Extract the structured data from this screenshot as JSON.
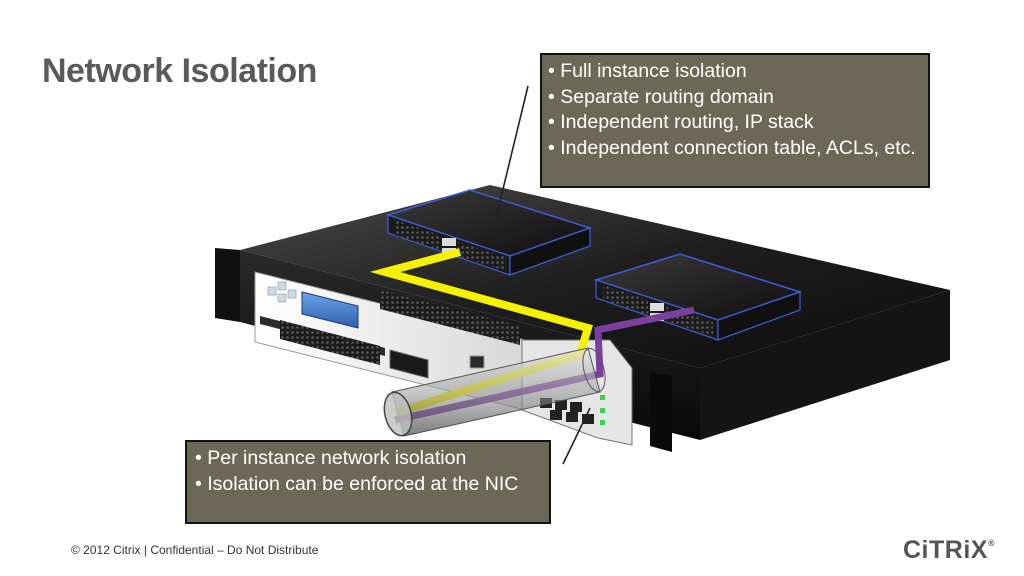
{
  "slide": {
    "title": "Network Isolation"
  },
  "callout_top": {
    "lines": [
      "• Full instance isolation",
      "• Separate routing domain",
      "• Independent routing, IP stack",
      "• Independent connection table, ACLs, etc."
    ]
  },
  "callout_bottom": {
    "lines": [
      "• Per instance network isolation",
      "• Isolation can be enforced at the NIC"
    ]
  },
  "footer": {
    "text": "© 2012 Citrix | Confidential – Do Not Distribute"
  },
  "logo": {
    "text": "CiTRiX",
    "registered": "®"
  },
  "colors": {
    "callout_bg": "#6b6956",
    "path_yellow": "#f5f200",
    "path_purple": "#7b3fa0",
    "title": "#5a5a5a"
  }
}
